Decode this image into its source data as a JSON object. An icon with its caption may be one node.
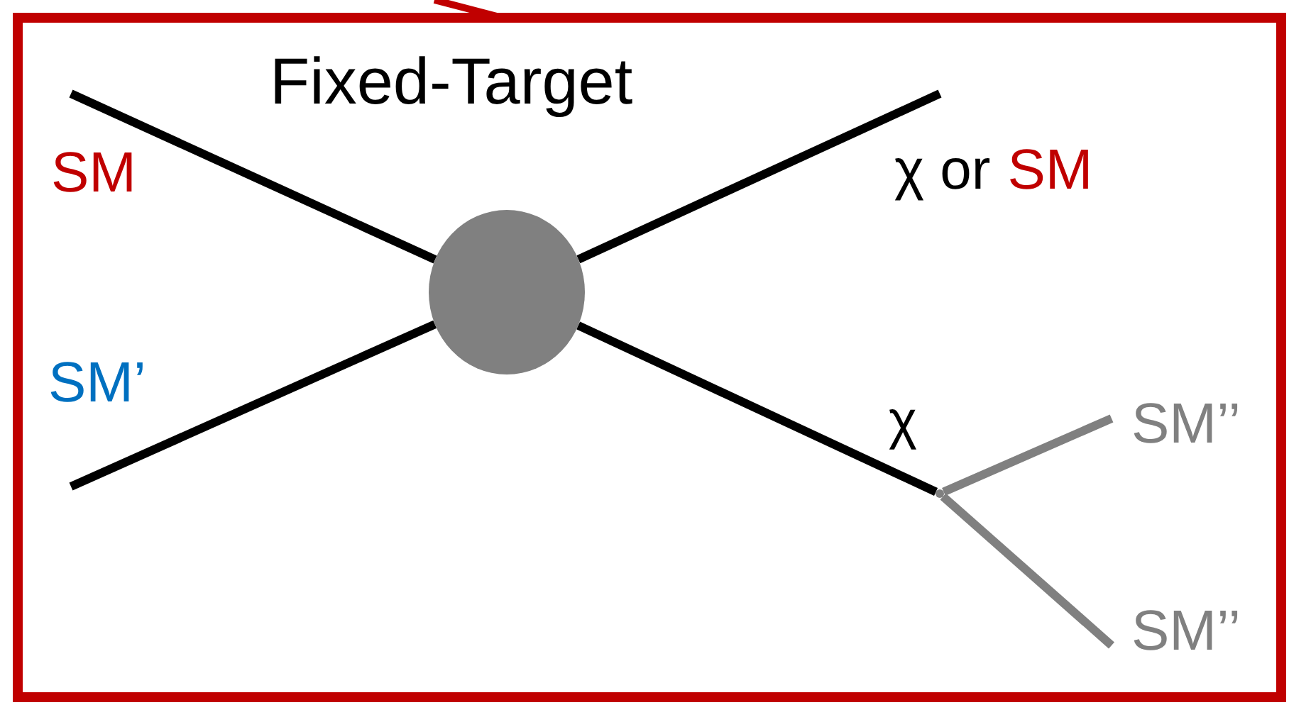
{
  "diagram": {
    "nodes": [
      {
        "text": [
          "Fixed-Target"
        ]
      },
      {
        "text": [
          "SM"
        ],
        "in": 0
      },
      {
        "text": [
          "SM’"
        ],
        "in": 0
      },
      {
        "text": [],
        "shape": "circle",
        "in": 0
      },
      {
        "text": [
          "χ or",
          "SM"
        ],
        "in": 0
      },
      {
        "text": [],
        "shape": "point",
        "in": 0
      },
      {
        "text": [
          "SM’’"
        ],
        "in": 0
      },
      {
        "text": [
          "SM’’"
        ],
        "in": 0
      }
    ],
    "edges": [
      {
        "from": 1,
        "to": 3,
        "arrow": "none"
      },
      {
        "from": 2,
        "to": 3,
        "arrow": "none"
      },
      {
        "from": 3,
        "to": 4,
        "arrow": "none"
      },
      {
        "from": 3,
        "to": 5,
        "arrow": "none",
        "label": "χ"
      },
      {
        "from": 5,
        "to": 6,
        "arrow": "none",
        "color": "#808080"
      },
      {
        "from": 5,
        "to": 7,
        "arrow": "none",
        "color": "#808080"
      }
    ]
  }
}
